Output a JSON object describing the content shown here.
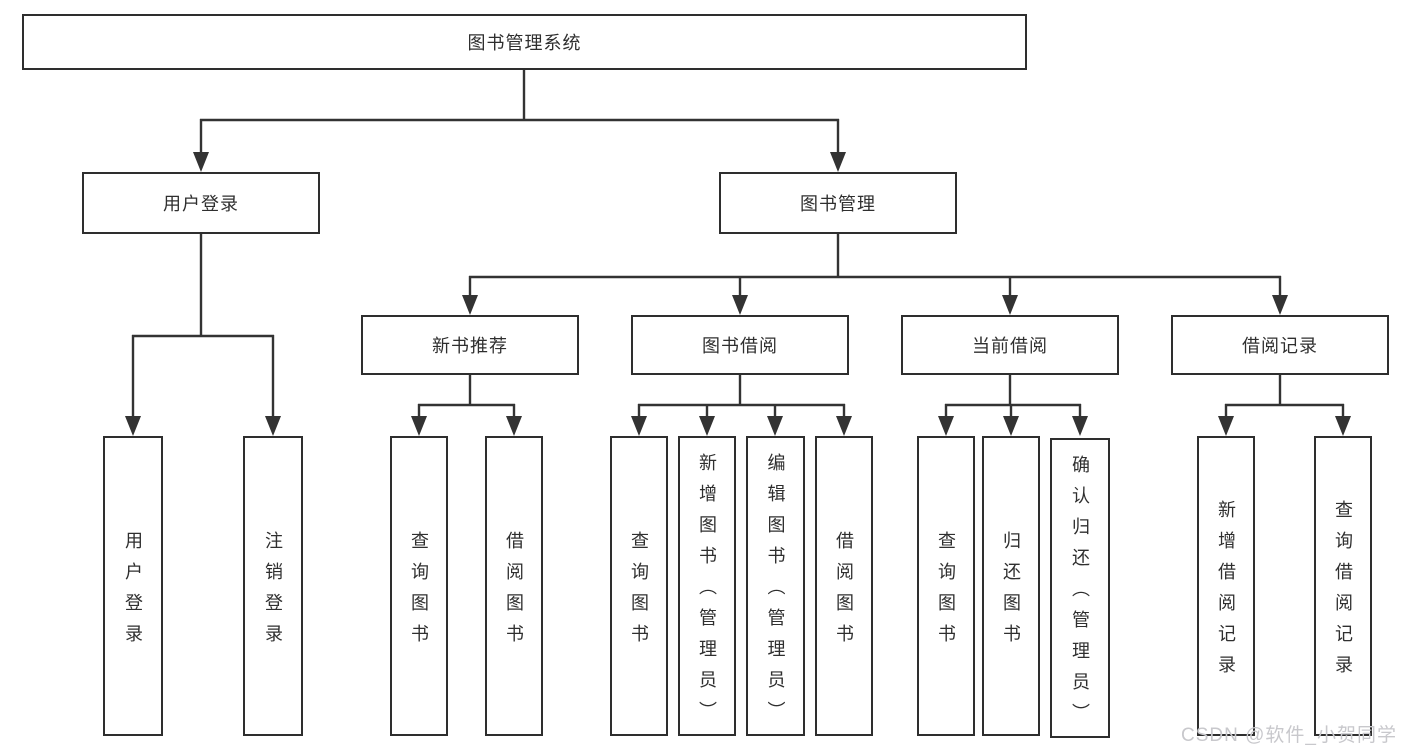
{
  "colors": {
    "line": "#333333",
    "box_border": "#2e2e2e",
    "text": "#2f2f2f",
    "watermark": "#c8c8cc",
    "background": "#ffffff"
  },
  "watermark": {
    "text": "CSDN @软件_小贺同学"
  },
  "diagram": {
    "root": {
      "label": "图书管理系统"
    },
    "branches": [
      {
        "label": "用户登录",
        "children": [
          {
            "label": "用户登录"
          },
          {
            "label": "注销登录"
          }
        ]
      },
      {
        "label": "图书管理",
        "children": [
          {
            "label": "新书推荐",
            "children": [
              {
                "label": "查询图书"
              },
              {
                "label": "借阅图书"
              }
            ]
          },
          {
            "label": "图书借阅",
            "children": [
              {
                "label": "查询图书"
              },
              {
                "label": "新增图书（管理员）"
              },
              {
                "label": "编辑图书（管理员）"
              },
              {
                "label": "借阅图书"
              }
            ]
          },
          {
            "label": "当前借阅",
            "children": [
              {
                "label": "查询图书"
              },
              {
                "label": "归还图书"
              },
              {
                "label": "确认归还（管理员）"
              }
            ]
          },
          {
            "label": "借阅记录",
            "children": [
              {
                "label": "新增借阅记录"
              },
              {
                "label": "查询借阅记录"
              }
            ]
          }
        ]
      }
    ]
  }
}
